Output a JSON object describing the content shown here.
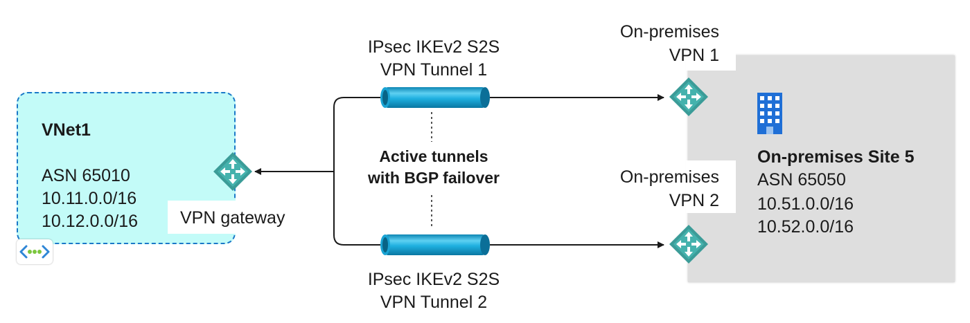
{
  "vnet": {
    "name": "VNet1",
    "asn": "ASN 65010",
    "prefixes": [
      "10.11.0.0/16",
      "10.12.0.0/16"
    ],
    "gateway_label": "VPN gateway",
    "icon": "virtual-network-icon",
    "fill_color": "#c3fbf8",
    "border_color": "#1a78c8"
  },
  "tunnels": [
    {
      "line1": "IPsec IKEv2 S2S",
      "line2": "VPN Tunnel 1"
    },
    {
      "line1": "IPsec IKEv2 S2S",
      "line2": "VPN Tunnel 2"
    }
  ],
  "center_note": {
    "line1": "Active tunnels",
    "line2": "with BGP failover"
  },
  "onprem_devices": [
    {
      "line1": "On-premises",
      "line2": "VPN 1",
      "icon": "router-icon"
    },
    {
      "line1": "On-premises",
      "line2": "VPN 2",
      "icon": "router-icon"
    }
  ],
  "site": {
    "name": "On-premises Site 5",
    "asn": "ASN 65050",
    "prefixes": [
      "10.51.0.0/16",
      "10.52.0.0/16"
    ],
    "icon": "building-icon",
    "fill_color": "#dedede"
  },
  "colors": {
    "router": "#3b9c98",
    "tunnel": "#19a5d6",
    "line": "#1a1a1a",
    "building": "#1f6fd6"
  }
}
